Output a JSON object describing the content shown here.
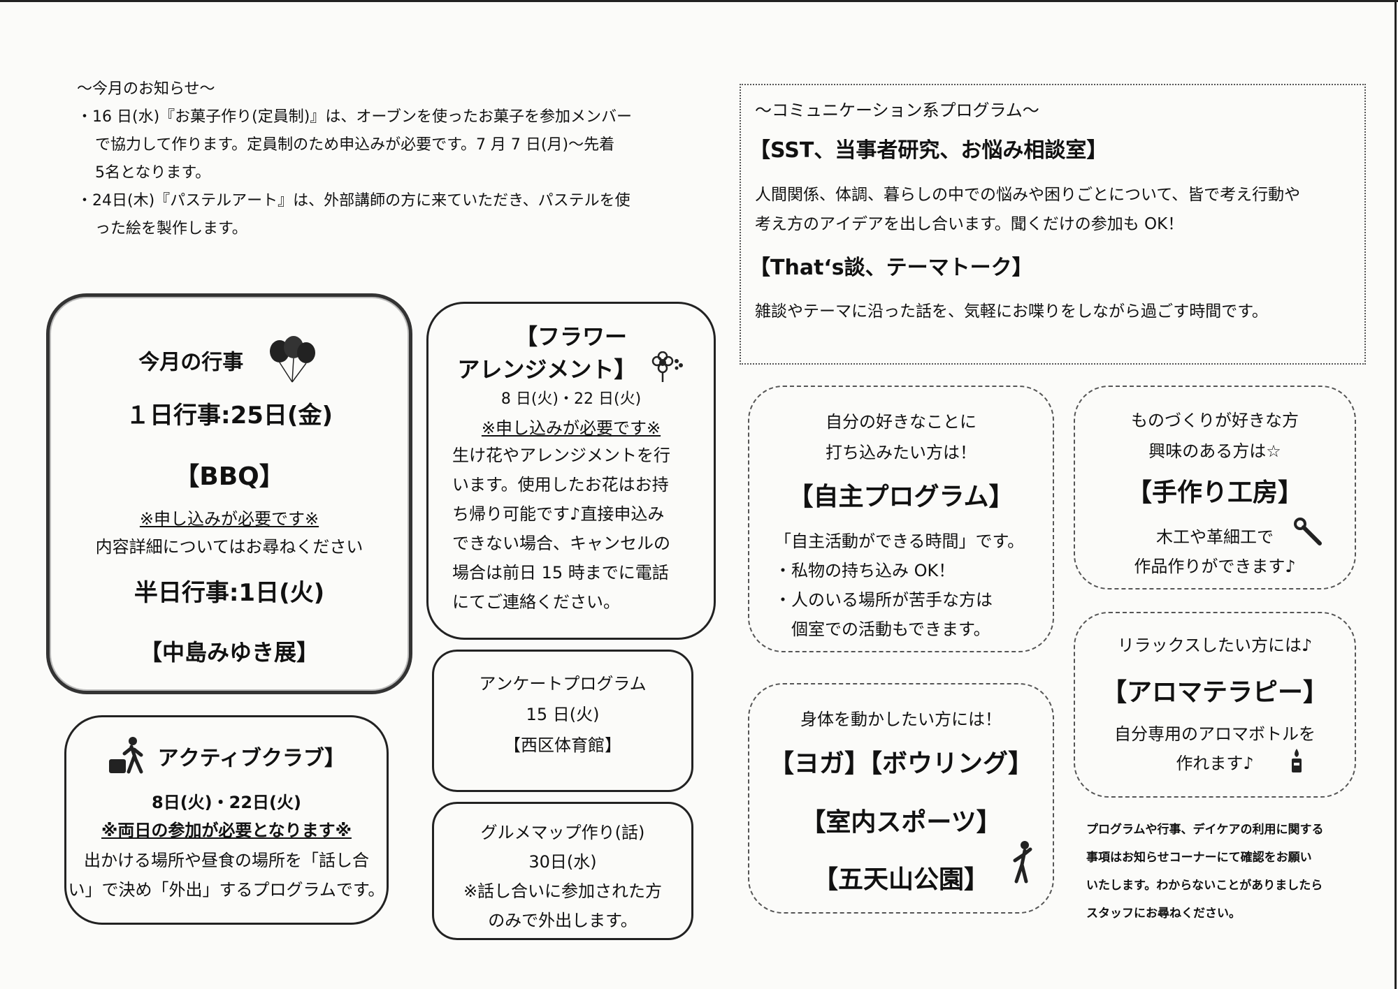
{
  "notice": {
    "heading": "～今月のお知らせ～",
    "line1a": "・16 日(水)『お菓子作り(定員制)』は、オーブンを使ったお菓子を参加メンバー",
    "line1b": "で協力して作ります。定員制のため申込みが必要です。7 月 7 日(月)～先着",
    "line1c": "5名となります。",
    "line2a": "・24日(木)『パステルアート』は、外部講師の方に来ていただき、パステルを使",
    "line2b": "った絵を製作します。"
  },
  "events": {
    "title": "今月の行事",
    "day1": "１日行事:25日(金)",
    "bbq": "【BBQ】",
    "required": "※申し込みが必要です※",
    "details": "内容詳細についてはお尋ねください",
    "halfday": "半日行事:1日(火)",
    "exhibit": "【中島みゆき展】"
  },
  "flower": {
    "title1": "【フラワー",
    "title2": "アレンジメント】",
    "dates": "8 日(火)・22 日(火)",
    "required": "※申し込みが必要です※",
    "body1": "生け花やアレンジメントを行",
    "body2": "います。使用したお花はお持",
    "body3": "ち帰り可能です♪直接申込み",
    "body4": "できない場合、キャンセルの",
    "body5": "場合は前日 15 時までに電話",
    "body6": "にてご連絡ください。"
  },
  "active": {
    "title": "アクティブクラブ】",
    "dates": "8日(火)・22日(火)",
    "required": "※両日の参加が必要となります※",
    "body1": "出かける場所や昼食の場所を「話し合",
    "body2": "い」で決め「外出」するプログラムです。"
  },
  "survey": {
    "title": "アンケートプログラム",
    "date": "15 日(火)",
    "place": "【西区体育館】"
  },
  "gourmet": {
    "title": "グルメマップ作り(話)",
    "date": "30日(水)",
    "note1": "※話し合いに参加された方",
    "note2": "のみで外出します。"
  },
  "comm": {
    "heading": "～コミュニケーション系プログラム～",
    "sub1": "【SST、当事者研究、お悩み相談室】",
    "body1a": "人間関係、体調、暮らしの中での悩みや困りごとについて、皆で考え行動や",
    "body1b": "考え方のアイデアを出し合います。聞くだけの参加も OK！",
    "sub2": "【That‘s談、テーマトーク】",
    "body2": "雑談やテーマに沿った話を、気軽にお喋りをしながら過ごす時間です。"
  },
  "selfprog": {
    "intro1": "自分の好きなことに",
    "intro2": "打ち込みたい方は！",
    "title": "【自主プログラム】",
    "body1": "「自主活動ができる時間」です。",
    "body2": "・私物の持ち込み OK！",
    "body3": "・人のいる場所が苦手な方は",
    "body4": "個室での活動もできます。"
  },
  "craft": {
    "intro1": "ものづくりが好きな方",
    "intro2": "興味のある方は☆",
    "title": "【手作り工房】",
    "body1": "木工や革細工で",
    "body2": "作品作りができます♪"
  },
  "aroma": {
    "intro": "リラックスしたい方には♪",
    "title": "【アロマテラピー】",
    "body1": "自分専用のアロマボトルを",
    "body2": "作れます♪"
  },
  "sports": {
    "intro": "身体を動かしたい方には！",
    "title1": "【ヨガ】【ボウリング】",
    "title2": "【室内スポーツ】",
    "title3": "【五天山公園】"
  },
  "footer": {
    "line1": "プログラムや行事、デイケアの利用に関する",
    "line2": "事項はお知らせコーナーにて確認をお願い",
    "line3": "いたします。わからないことがありましたら",
    "line4": "スタッフにお尋ねください。"
  }
}
